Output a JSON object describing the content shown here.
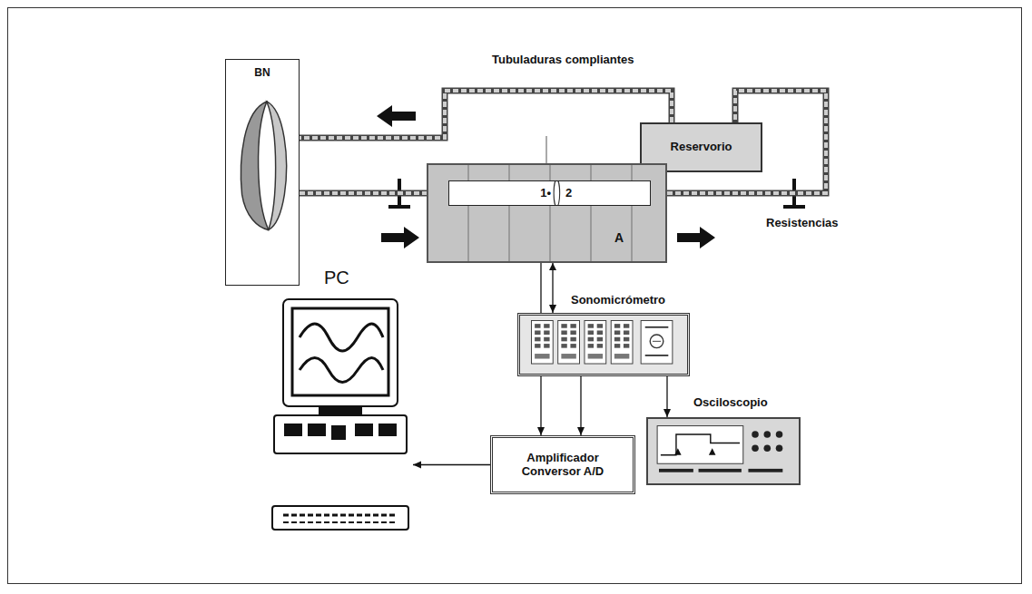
{
  "diagram": {
    "nodes": [
      {
        "text": [
          "BN"
        ]
      },
      {
        "text": [
          "Reservorio"
        ]
      },
      {
        "text": [
          "A"
        ]
      },
      {
        "text": [
          "1•",
          "2"
        ],
        "in": 2
      },
      {
        "text": [
          "Sonomicrómetro"
        ]
      },
      {
        "text": [
          "Osciloscopio"
        ]
      },
      {
        "text": [
          "Amplificador Conversor A/D"
        ]
      },
      {
        "text": [
          "PC"
        ]
      }
    ],
    "edges": [
      {
        "from": 0,
        "to": 3,
        "arrow": "none"
      },
      {
        "from": 3,
        "to": 1,
        "arrow": "none"
      },
      {
        "from": 1,
        "to": 0,
        "arrow": "none"
      },
      {
        "from": 2,
        "to": 4,
        "arrow": "both"
      },
      {
        "from": 2,
        "to": 6,
        "arrow": "to"
      },
      {
        "from": 4,
        "to": 6,
        "arrow": "to"
      },
      {
        "from": 4,
        "to": 5,
        "arrow": "to"
      },
      {
        "from": 6,
        "to": 7,
        "arrow": "to"
      }
    ],
    "labels": [
      "Tubuladuras compliantes",
      "Resistencias"
    ]
  }
}
